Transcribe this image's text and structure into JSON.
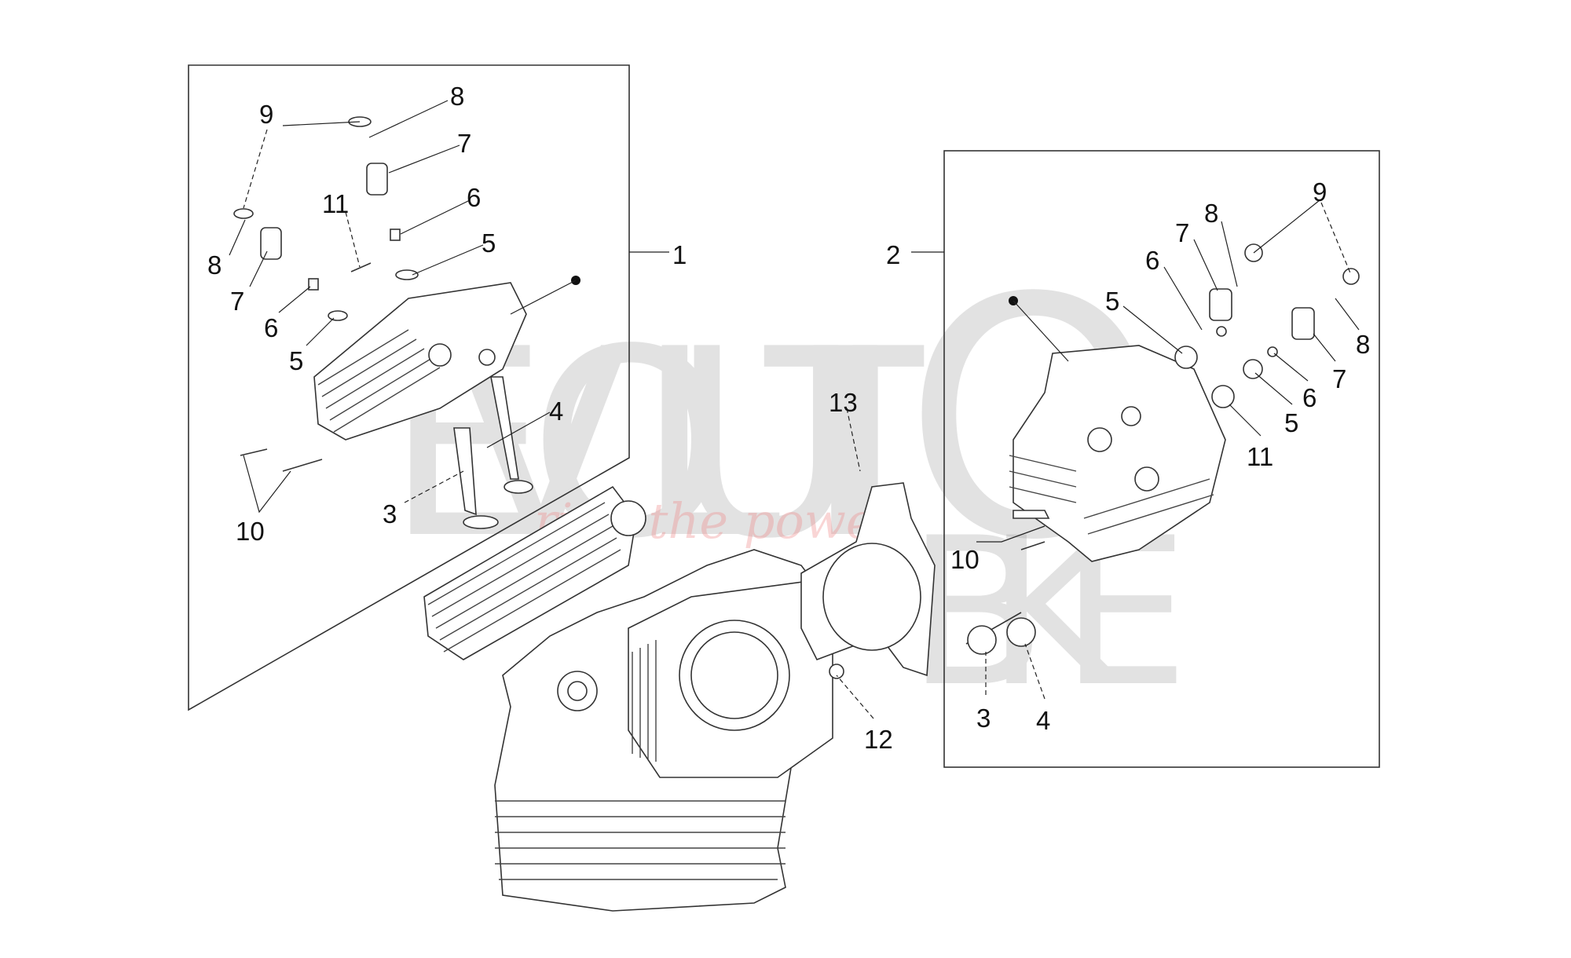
{
  "watermark": {
    "brand_top": "EVOLUTI",
    "brand_o": "O",
    "brand_bottom": "BIKE",
    "slogan": "ride the power"
  },
  "assemblies": {
    "left_group": "1",
    "right_group": "2"
  },
  "left_labels": {
    "9": "9",
    "8a": "8",
    "7a": "7",
    "11": "11",
    "6a": "6",
    "5a": "5",
    "8b": "8",
    "7b": "7",
    "6b": "6",
    "5b": "5",
    "4": "4",
    "3": "3",
    "10": "10"
  },
  "center_labels": {
    "13": "13",
    "12": "12"
  },
  "right_labels": {
    "9": "9",
    "8a": "8",
    "7a": "7",
    "6a": "6",
    "5a": "5",
    "8b": "8",
    "7b": "7",
    "6b": "6",
    "5b": "5",
    "11": "11",
    "10": "10",
    "3": "3",
    "4": "4"
  }
}
